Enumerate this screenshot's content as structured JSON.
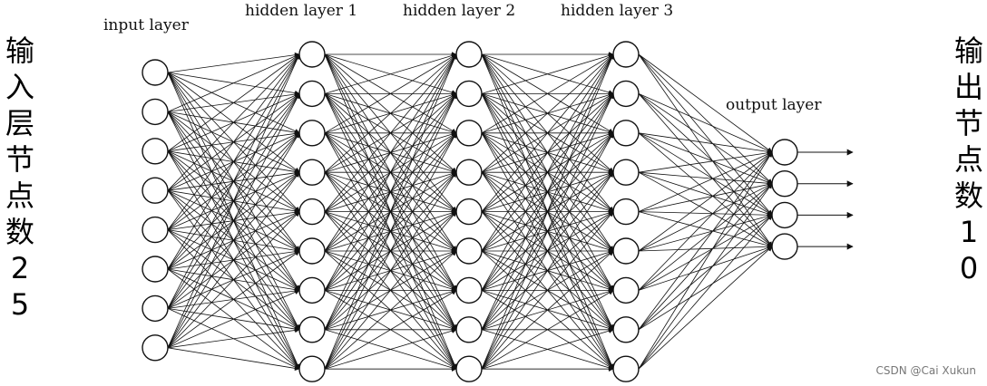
{
  "diagram": {
    "layers": [
      {
        "label": "input layer",
        "nodes": 8
      },
      {
        "label": "hidden layer 1",
        "nodes": 9
      },
      {
        "label": "hidden layer 2",
        "nodes": 9
      },
      {
        "label": "hidden layer 3",
        "nodes": 9
      },
      {
        "label": "output layer",
        "nodes": 4
      }
    ],
    "left_note": "输入层节点数25",
    "right_note": "输出节点数10",
    "watermark": "CSDN @Cai Xukun"
  }
}
